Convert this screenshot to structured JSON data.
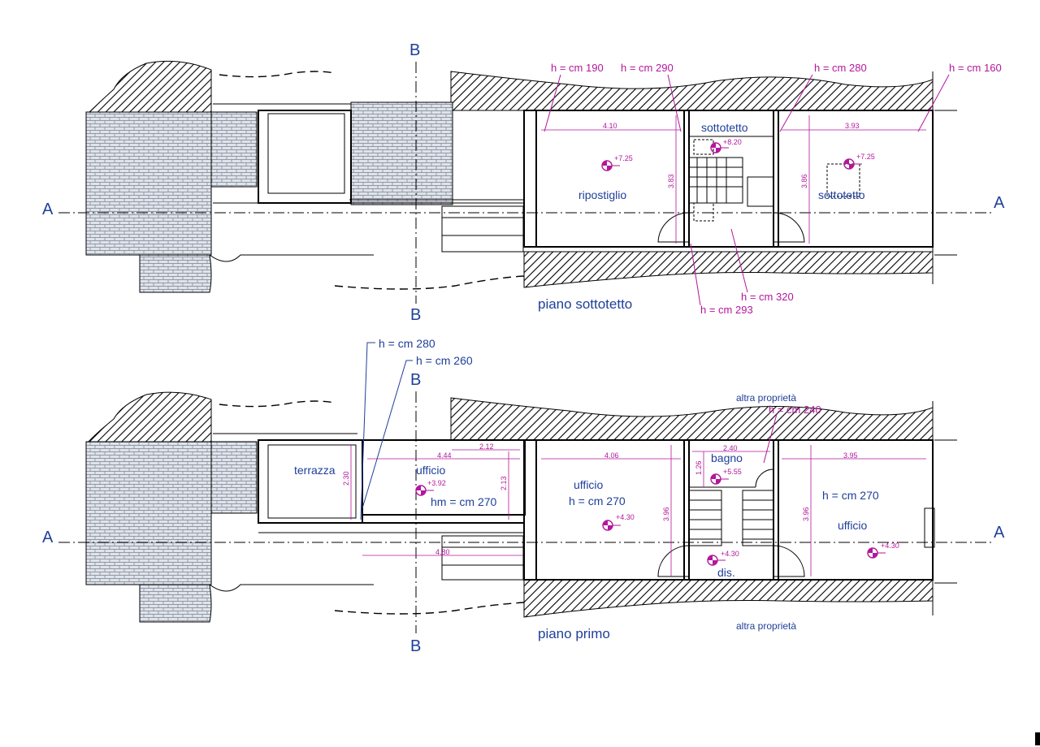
{
  "floors": {
    "sottotetto": {
      "title": "piano sottotetto",
      "rooms": [
        "sottotetto",
        "ripostiglio",
        "sottotetto"
      ],
      "heights": [
        "h = cm 190",
        "h = cm 290",
        "h = cm 280",
        "h = cm 160",
        "h = cm 320",
        "h = cm 293"
      ],
      "levels": [
        "+7.25",
        "+8.20",
        "+7.25"
      ],
      "dims": [
        "4.10",
        "3.93",
        "3.83",
        "3.86"
      ]
    },
    "primo": {
      "title": "piano primo",
      "rooms": [
        "terrazza",
        "ufficio",
        "ufficio",
        "bagno",
        "dis.",
        "ufficio"
      ],
      "heights": [
        "h = cm 280",
        "h = cm 260",
        "hm = cm 270",
        "h = cm 270",
        "h = cm 240",
        "h = cm 270"
      ],
      "levels": [
        "+3.92",
        "+4.30",
        "+5.55",
        "+4.30",
        "+4.30"
      ],
      "dims": [
        "2.12",
        "4.44",
        "4.06",
        "2.40",
        "3.95",
        "2.30",
        "2.13",
        "1.26",
        "3.96",
        "3.96",
        "4.80"
      ],
      "neighbors": [
        "altra proprietà",
        "altra proprietà"
      ]
    }
  },
  "section_markers": [
    "A",
    "A",
    "B",
    "B",
    "A",
    "A",
    "B",
    "B"
  ],
  "colors": {
    "text_blue": "#1f3f9a",
    "text_magenta": "#b3179b",
    "line": "#000000"
  }
}
